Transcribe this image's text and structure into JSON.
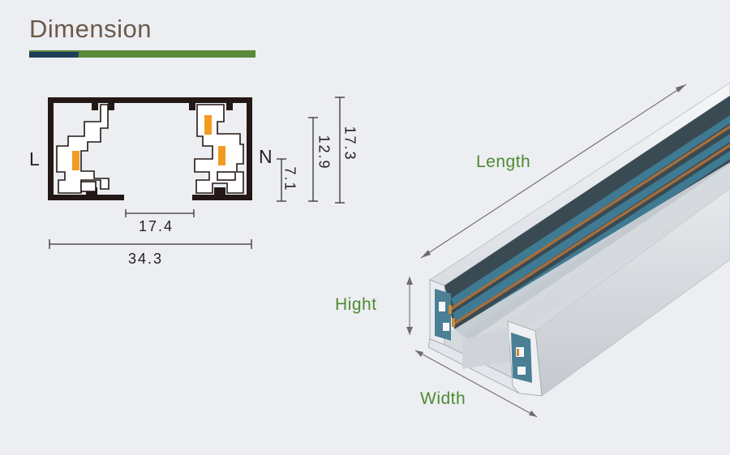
{
  "heading": "Dimension",
  "cross_section": {
    "left_terminal": "L",
    "right_terminal": "N",
    "opening_width": "17.4",
    "total_width": "34.3",
    "inner_height_small": "7.1",
    "inner_height_mid": "12.9",
    "total_height": "17.3"
  },
  "product_view": {
    "length_label": "Length",
    "height_label": "Hight",
    "width_label": "Width"
  },
  "colors": {
    "accent_green": "#4e8a33",
    "accent_navy": "#1f3d57",
    "conductor_orange": "#f39a22",
    "heading_brown": "#6b5a4c"
  }
}
